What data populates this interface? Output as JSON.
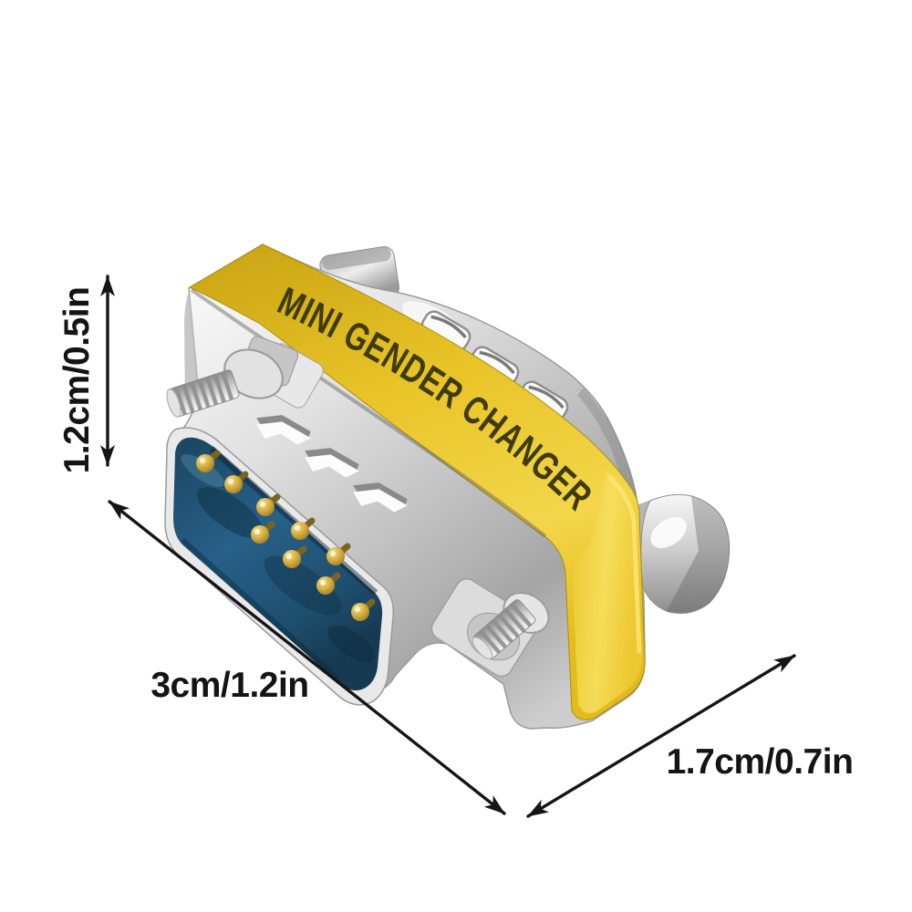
{
  "page": {
    "background_color": "#ffffff",
    "description": "Product photo of a mini gender changer serial adapter with printed size annotations"
  },
  "product": {
    "label_text": "MINI GENDER CHANGER",
    "band_color": "#e9c427",
    "band_text_color": "#3e3b06",
    "connector_face_color": "#24587a",
    "pin_color": "#d2a93c",
    "pin_count": 9,
    "body_color": "#d6d6d6"
  },
  "dimensions": {
    "arrow_color": "#151515",
    "text_color": "#141414",
    "height_label": "1.2cm/0.5in",
    "length_label": "3cm/1.2in",
    "width_label": "1.7cm/0.7in"
  }
}
